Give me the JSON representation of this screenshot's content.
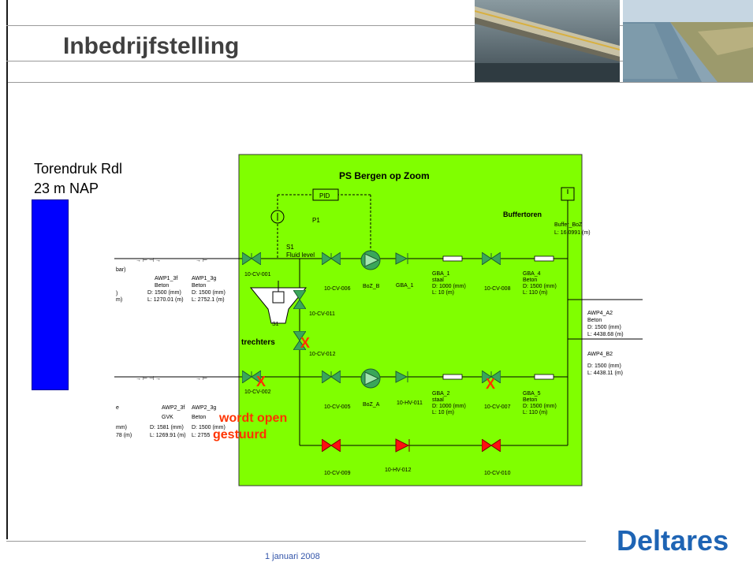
{
  "slide": {
    "title": "Inbedrijfstelling",
    "tower_label_1": "Torendruk Rdl",
    "tower_label_2": "23 m NAP",
    "date": "1 januari 2008",
    "logo": "Deltares"
  },
  "colors": {
    "station_bg": "#80ff00",
    "tower": "#0000ff",
    "valve_green": "#3aa65a",
    "valve_red": "#ff0000",
    "annotation": "#ff3300",
    "logo": "#1e64b4"
  },
  "station": {
    "title": "PS Bergen op Zoom",
    "pid": "PID",
    "p1": "P1",
    "s1_top": "S1",
    "fluid_level": "Fluid level",
    "s1_funnel": "S1",
    "trechters": "trechters",
    "buffertoren": "Buffertoren",
    "buffer_name": "Buffer_BoZ",
    "buffer_level": "L: 16.0991 (m)"
  },
  "valves": {
    "cv001": "10-CV-001",
    "cv006": "10-CV-006",
    "cv008": "10-CV-008",
    "cv011": "10-CV-011",
    "cv012": "10-CV-012",
    "cv002": "10-CV-002",
    "cv005": "10-CV-005",
    "hv011": "10-HV-011",
    "cv007": "10-CV-007",
    "cv009": "10-CV-009",
    "hv012": "10-HV-012",
    "cv010": "10-CV-010"
  },
  "pumps": {
    "boz_b": "BoZ_B",
    "boz_a": "BoZ_A",
    "gba1_check": "GBA_1"
  },
  "pipes": {
    "gba1": [
      "GBA_1",
      "staal",
      "D: 1000 (mm)",
      "L: 10 (m)"
    ],
    "gba4": [
      "GBA_4",
      "Beton",
      "D: 1500 (mm)",
      "L: 110 (m)"
    ],
    "gba2": [
      "GBA_2",
      "staal",
      "D: 1000 (mm)",
      "L: 10 (m)"
    ],
    "gba5": [
      "GBA_5",
      "Beton",
      "D: 1500 (mm)",
      "L: 110 (m)"
    ],
    "awp1_3f": [
      "AWP1_3f",
      "Beton",
      "D: 1500 (mm)",
      "L: 1270.01 (m)"
    ],
    "awp1_3g": [
      "AWP1_3g",
      "Beton",
      "D: 1500 (mm)",
      "L: 2752.1 (m)"
    ],
    "awp2_3f": [
      "AWP2_3f",
      "GVK",
      "D: 1581 (mm)",
      "L: 1269.91 (m)"
    ],
    "awp2_3g": [
      "AWP2_3g",
      "Beton",
      "D: 1500 (mm)",
      "L: 2755"
    ],
    "awp4_a2": [
      "AWP4_A2",
      "Beton",
      "D: 1500 (mm)",
      "L: 4438.68 (m)"
    ],
    "awp4_b2": [
      "AWP4_B2",
      "D: 1500 (mm)",
      "L: 4438.11 (m)"
    ],
    "left_cut_1": [
      "bar)",
      ")",
      "m)"
    ],
    "left_cut_2": [
      "e",
      "mm)",
      "78 (m)"
    ]
  },
  "annotations": {
    "x_mark": "X",
    "open_line_1": "wordt open",
    "open_line_2": "gestuurd"
  }
}
